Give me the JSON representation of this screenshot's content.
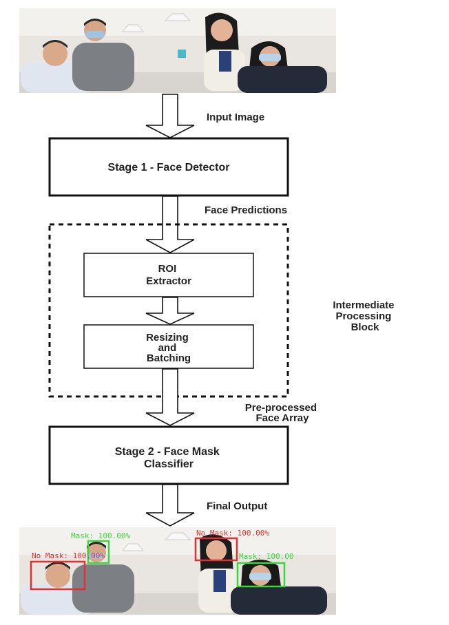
{
  "labels": {
    "input_image": "Input Image",
    "face_predictions": "Face Predictions",
    "intermediate": [
      "Intermediate",
      "Processing",
      "Block"
    ],
    "preprocessed": [
      "Pre-processed",
      "Face Array"
    ],
    "final_output": "Final Output"
  },
  "boxes": {
    "stage1": [
      "Stage 1 - Face Detector"
    ],
    "roi": [
      "ROI",
      "Extractor"
    ],
    "resize": [
      "Resizing",
      "and",
      "Batching"
    ],
    "stage2": [
      "Stage 2 - Face Mask",
      "Classifier"
    ]
  },
  "detections": [
    {
      "label": "Mask: 100.00%",
      "color": "#3cd63c"
    },
    {
      "label": "No Mask: 100.00%",
      "color": "#e03030"
    },
    {
      "label": "No Mask: 100.00%",
      "color": "#e03030"
    },
    {
      "label": "Mask: 100.00",
      "color": "#3cd63c"
    }
  ],
  "colors": {
    "mask": "#3cd63c",
    "no_mask": "#e03030",
    "line": "#111111"
  }
}
